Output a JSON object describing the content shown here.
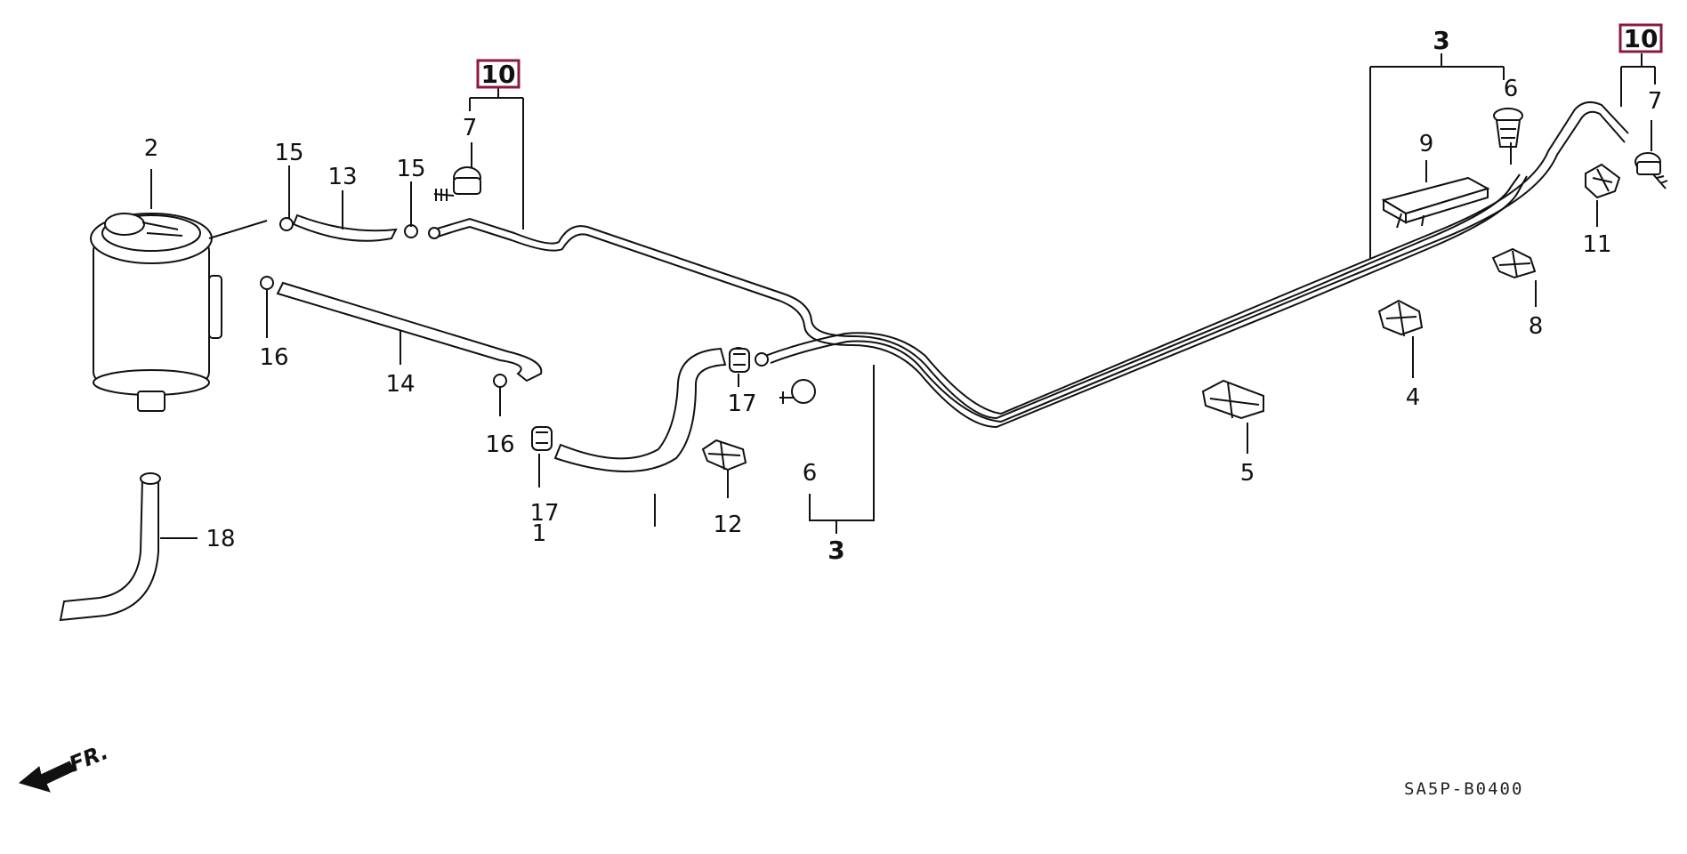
{
  "callouts": {
    "p1": "1",
    "p2": "2",
    "p3a": "3",
    "p3b": "3",
    "p4": "4",
    "p5": "5",
    "p6a": "6",
    "p6b": "6",
    "p7a": "7",
    "p7b": "7",
    "p8": "8",
    "p9": "9",
    "p10a": "10",
    "p10b": "10",
    "p11": "11",
    "p12": "12",
    "p13": "13",
    "p14": "14",
    "p15a": "15",
    "p15b": "15",
    "p16a": "16",
    "p16b": "16",
    "p17a": "17",
    "p17b": "17",
    "p18": "18"
  },
  "direction_label": "FR.",
  "diagram_code": "SA5P-B0400",
  "colors": {
    "line": "#111111",
    "set_box": "#8b1a3a",
    "background": "#ffffff"
  }
}
